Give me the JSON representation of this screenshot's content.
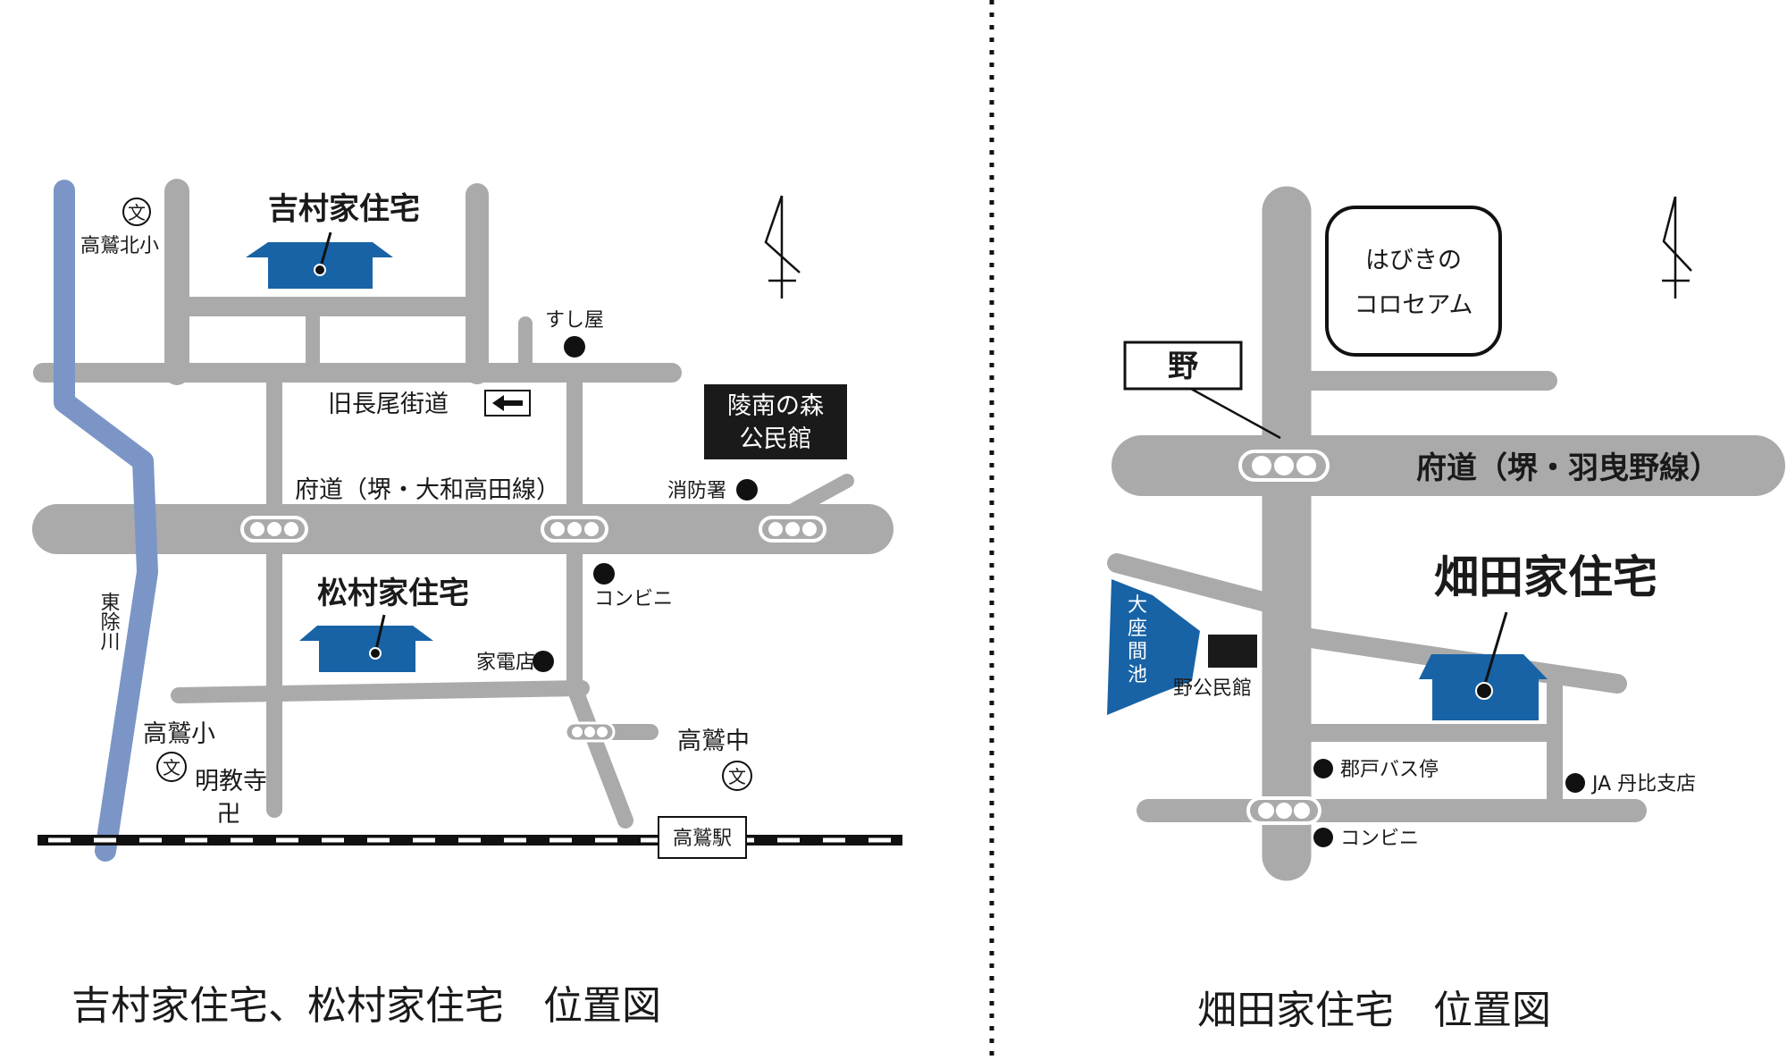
{
  "left_map": {
    "caption": "吉村家住宅、松村家住宅　位置図",
    "houses": {
      "yoshimura": "吉村家住宅",
      "matsumura": "松村家住宅"
    },
    "roads": {
      "old_road": "旧長尾街道",
      "prefectural_road": "府道（堺・大和高田線）"
    },
    "river": "東除川",
    "schools": {
      "north_elementary": "高鷲北小",
      "elementary": "高鷲小",
      "junior_high": "高鷲中",
      "school_symbol": "文"
    },
    "temple": {
      "name": "明教寺",
      "symbol": "卍"
    },
    "community_hall": [
      "陵南の森",
      "公民館"
    ],
    "poi": {
      "sushi": "すし屋",
      "fire_station": "消防署",
      "convenience_store": "コンビニ",
      "electronics_store": "家電店"
    },
    "station": "高鷲駅"
  },
  "right_map": {
    "caption": "畑田家住宅　位置図",
    "house": "畑田家住宅",
    "prefectural_road": "府道（堺・羽曳野線）",
    "intersection_label": "野",
    "colosseum": [
      "はびきの",
      "コロセアム"
    ],
    "pond": [
      "大",
      "座",
      "間",
      "池"
    ],
    "community_hall": "野公民館",
    "poi": {
      "bus_stop": "郡戸バス停",
      "ja_branch": "JA 丹比支店",
      "convenience_store": "コンビニ"
    }
  },
  "colors": {
    "road": "#aaaaaa",
    "river": "#7b95c6",
    "house": "#1763a6",
    "ink": "#111111"
  }
}
